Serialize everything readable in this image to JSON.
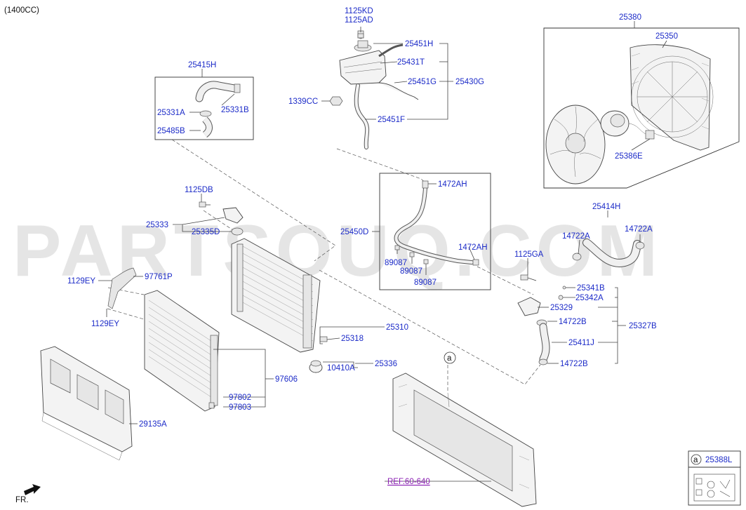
{
  "header": {
    "engine_note": "(1400CC)"
  },
  "watermark": "PARTSOUQ.COM",
  "footer": {
    "direction_label": "FR.",
    "reference_link": "REF.60-640"
  },
  "callouts": {
    "a_marker": "a"
  },
  "legend_box": {
    "marker": "a",
    "part_number": "25388L"
  },
  "labels": {
    "p1125KD": "1125KD",
    "p1125AD": "1125AD",
    "p25451H": "25451H",
    "p25431T": "25431T",
    "p25451G": "25451G",
    "p25430G": "25430G",
    "p1339CC": "1339CC",
    "p25451F": "25451F",
    "p25415H": "25415H",
    "p25331A": "25331A",
    "p25331B": "25331B",
    "p25485B": "25485B",
    "p25380": "25380",
    "p25350": "25350",
    "p25386E": "25386E",
    "p1472AH_a": "1472AH",
    "p1472AH_b": "1472AH",
    "p25450D": "25450D",
    "p89087_a": "89087",
    "p89087_b": "89087",
    "p89087_c": "89087",
    "p1125DB": "1125DB",
    "p25333": "25333",
    "p25335D": "25335D",
    "p25414H": "25414H",
    "p14722A_a": "14722A",
    "p14722A_b": "14722A",
    "p1125GA": "1125GA",
    "p25341B": "25341B",
    "p25342A": "25342A",
    "p25329": "25329",
    "p14722B_a": "14722B",
    "p25327B": "25327B",
    "p25411J": "25411J",
    "p14722B_b": "14722B",
    "p1129EY_a": "1129EY",
    "p97761P": "97761P",
    "p1129EY_b": "1129EY",
    "p25310": "25310",
    "p25318": "25318",
    "p10410A": "10410A",
    "p25336": "25336",
    "p97606": "97606",
    "p97802": "97802",
    "p97803": "97803",
    "p29135A": "29135A"
  }
}
